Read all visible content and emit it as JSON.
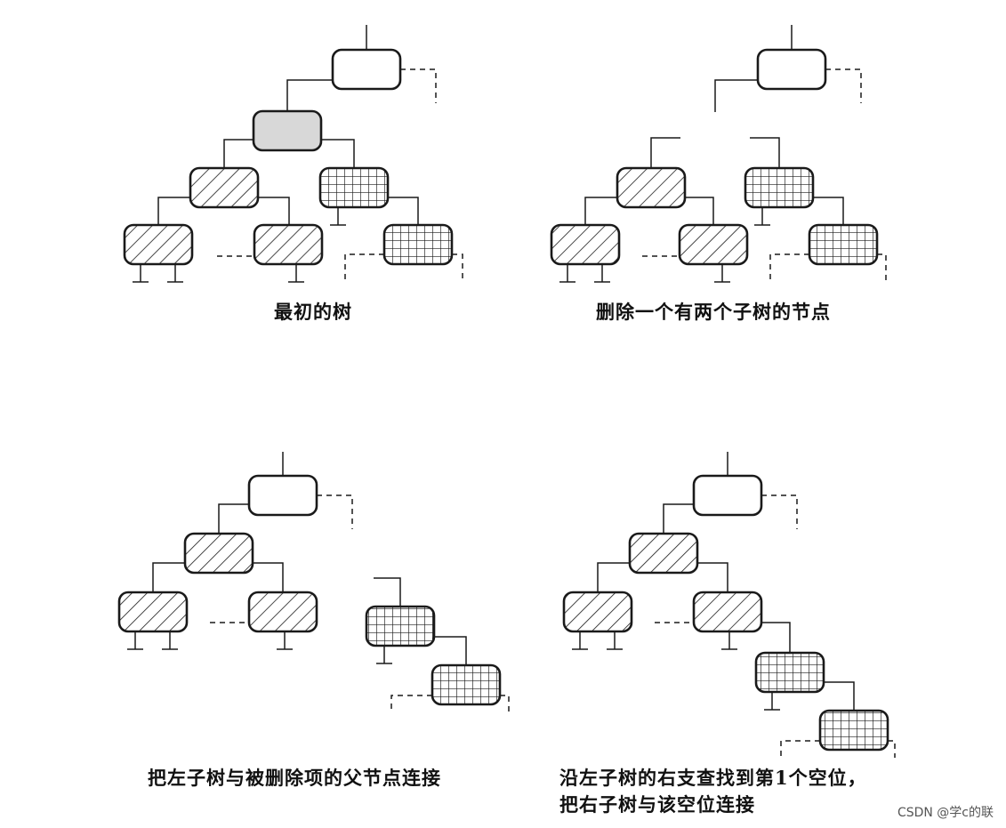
{
  "captions": {
    "initial": "最初的树",
    "delete": "删除一个有两个子树的节点",
    "attach_left": "把左子树与被删除项的父节点连接",
    "find_line1": "沿左子树的右支查找到第1个空位，",
    "find_line2": "把右子树与该空位连接"
  },
  "watermark": "CSDN @学c的联",
  "colors": {
    "line": "#1a1a1a",
    "deleted_node_fill": "#d8d8d8",
    "node_fill": "#ffffff"
  },
  "node_patterns": {
    "root": "blank",
    "deleted": "gray-fill",
    "left_subtree": "diagonal-hatch",
    "right_subtree": "crosshatch-grid"
  }
}
